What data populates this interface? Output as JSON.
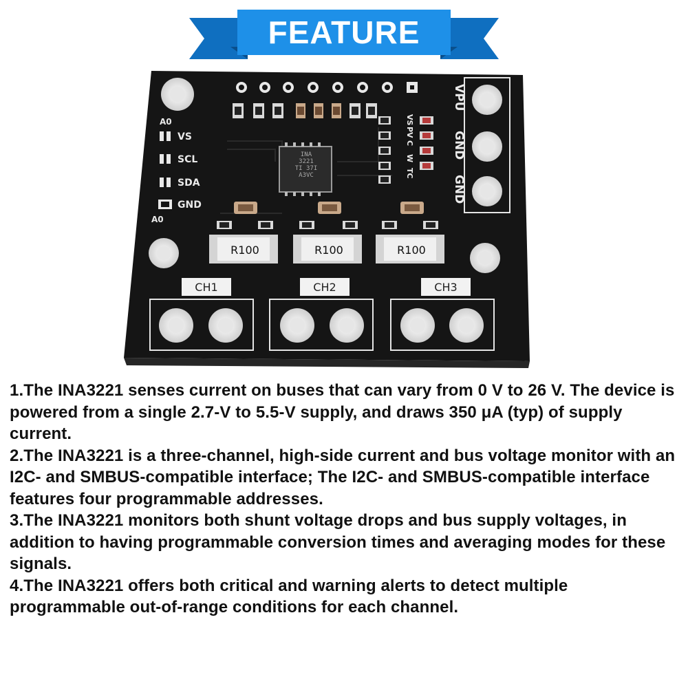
{
  "banner": {
    "title": "FEATURE",
    "color": "#1e90e8"
  },
  "board": {
    "color": "#141414",
    "left_labels": [
      "A0",
      "VS",
      "SCL",
      "SDA",
      "GND",
      "A0"
    ],
    "right_labels": [
      "VPU",
      "GND",
      "GND"
    ],
    "led_labels": [
      "VS",
      "PV",
      "C",
      "W",
      "TC"
    ],
    "chip_marking": [
      "INA",
      "3221",
      "TI 37I",
      "A3VC"
    ],
    "resistors": [
      "R100",
      "R100",
      "R100"
    ],
    "channels": [
      "CH1",
      "CH2",
      "CH3"
    ]
  },
  "features": [
    "1.The INA3221 senses current on buses that can vary from 0 V to 26 V. The device is powered from a single 2.7-V to 5.5-V supply, and draws 350 μA (typ) of supply current.",
    "2.The INA3221 is a three-channel, high-side current and bus voltage monitor with an I2C- and SMBUS-compatible interface; The I2C- and SMBUS-compatible interface features four programmable addresses.",
    "3.The INA3221 monitors both shunt voltage drops and bus supply voltages, in addition to having programmable conversion times and averaging modes for these signals.",
    "4.The INA3221 offers both critical and warning alerts to detect multiple programmable out-of-range conditions for each channel."
  ]
}
